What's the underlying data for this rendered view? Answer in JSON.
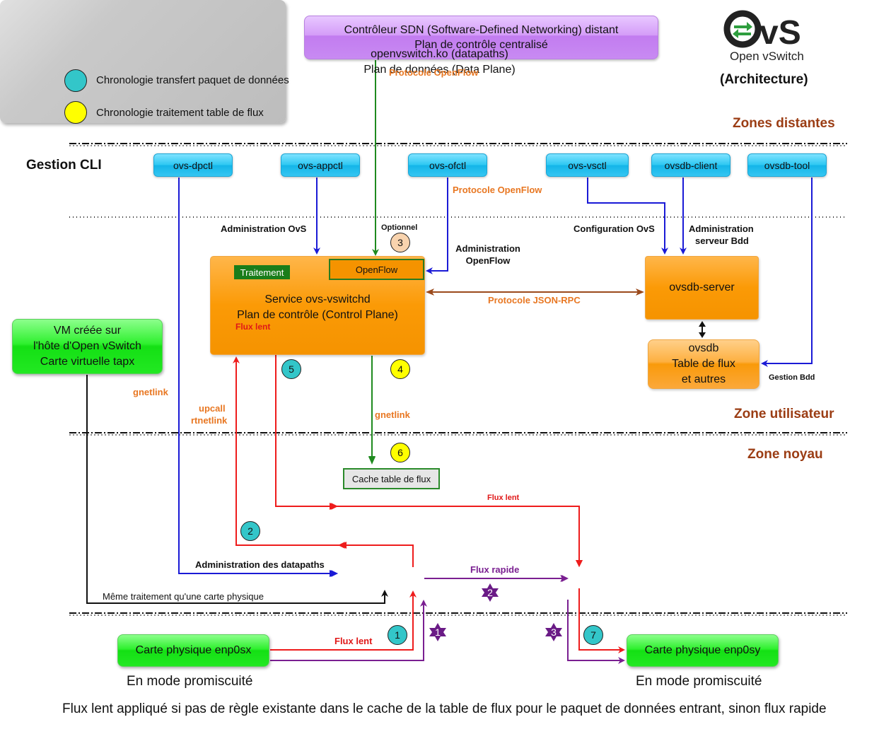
{
  "header": {
    "logo_text": "Open vSwitch",
    "subtitle": "(Architecture)"
  },
  "legend": [
    {
      "label": "Chronologie transfert paquet de données",
      "color": "#33c6c9"
    },
    {
      "label": "Chronologie traitement table de flux",
      "color": "#ffff00"
    }
  ],
  "zones": {
    "distantes": "Zones distantes",
    "utilisateur": "Zone utilisateur",
    "noyau": "Zone noyau"
  },
  "sdn_controller": {
    "line1": "Contrôleur SDN (Software-Defined Networking) distant",
    "line2": "Plan de contrôle centralisé"
  },
  "cli": {
    "title": "Gestion CLI",
    "tools": [
      "ovs-dpctl",
      "ovs-appctl",
      "ovs-ofctl",
      "ovs-vsctl",
      "ovsdb-client",
      "ovsdb-tool"
    ]
  },
  "vswitchd": {
    "line1": "Service ovs-vswitchd",
    "line2": "Plan de contrôle (Control Plane)",
    "traitement": "Traitement",
    "openflow": "OpenFlow",
    "flux_lent": "Flux lent"
  },
  "ovsdb_server": "ovsdb-server",
  "ovsdb": {
    "line1": "ovsdb",
    "line2": "Table de flux",
    "line3": "et autres"
  },
  "vm": {
    "line1": "VM créée sur",
    "line2": "l'hôte d'Open vSwitch",
    "line3": "Carte virtuelle tapx"
  },
  "datapath": {
    "cache": "Cache table de flux",
    "line1": "openvswitch.ko (datapaths)",
    "line2": "Plan de données (Data Plane)",
    "flux_lent": "Flux lent",
    "flux_rapide": "Flux rapide"
  },
  "cards": {
    "in": "Carte physique enp0sx",
    "out": "Carte physique enp0sy",
    "mode": "En mode promiscuité"
  },
  "labels": {
    "protocole_openflow": "Protocole OpenFlow",
    "protocole_openflow_2": "Protocole OpenFlow",
    "admin_ovs": "Administration OvS",
    "optionnel": "Optionnel",
    "admin_openflow": "Administration OpenFlow",
    "config_ovs": "Configuration OvS",
    "admin_serveur_bdd_1": "Administration",
    "admin_serveur_bdd_2": "serveur Bdd",
    "json_rpc": "Protocole JSON-RPC",
    "gestion_bdd": "Gestion Bdd",
    "gnetlink_left": "gnetlink",
    "upcall": "upcall",
    "rtnetlink": "rtnetlink",
    "gnetlink_mid": "gnetlink",
    "admin_datapaths": "Administration des datapaths",
    "meme_traitement": "Même traitement qu'une carte physique",
    "flux_lent_bottom": "Flux lent"
  },
  "badges": {
    "cyan": [
      "1",
      "2",
      "5",
      "7"
    ],
    "yellow": [
      "4",
      "6"
    ],
    "peach": [
      "3"
    ],
    "stars": [
      "1",
      "2",
      "3"
    ]
  },
  "footnote": "Flux lent appliqué si pas de règle existante dans le cache de la table de flux pour le paquet de données entrant, sinon flux rapide",
  "colors": {
    "blue_wire": "#1a1ad6",
    "green_wire": "#1f8a1f",
    "red_wire": "#ee1c1c",
    "purple_wire": "#7a1f91",
    "brown_wire": "#9b4a1c",
    "zone_text": "#9b3d14",
    "label_orange": "#e87722"
  }
}
